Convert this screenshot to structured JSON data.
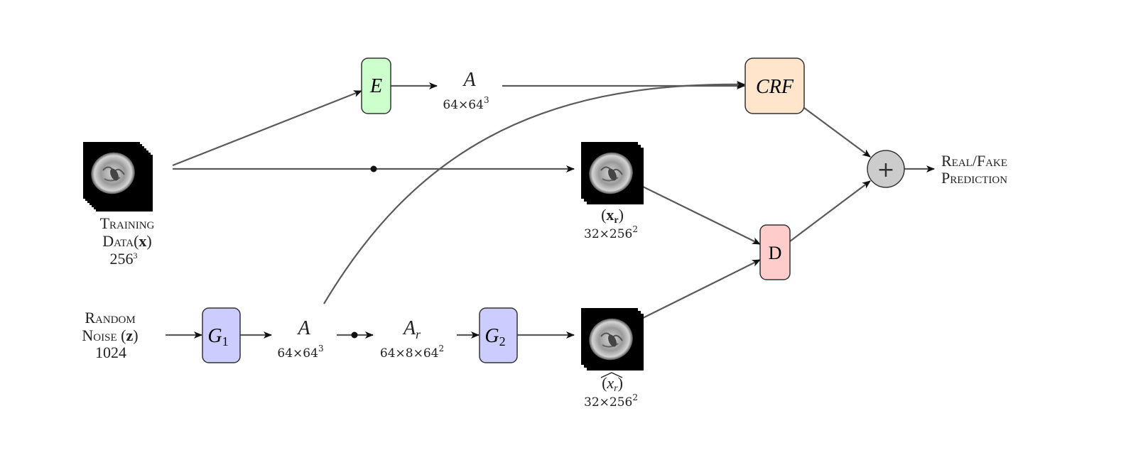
{
  "blocks": {
    "encoder": {
      "label": "E",
      "color": "#ccffcc"
    },
    "crf": {
      "label": "CRF",
      "color": "#ffe5cc"
    },
    "discriminator": {
      "label": "D",
      "color": "#ffcccc"
    },
    "generator1": {
      "label": "G",
      "sub": "1",
      "color": "#ccccff"
    },
    "generator2": {
      "label": "G",
      "sub": "2",
      "color": "#ccccff"
    },
    "sum": {
      "label": "+",
      "color": "#cccccc"
    }
  },
  "nodes": {
    "training": {
      "line1": "Training",
      "line2_prefix": "Data(",
      "line2_var": "x",
      "line2_suffix": ")",
      "line3": "256",
      "line3_sup": "3"
    },
    "noise": {
      "line1": "Random",
      "line2_prefix": "Noise (",
      "line2_var": "z",
      "line2_suffix": ")",
      "line3": "1024"
    },
    "a_top": {
      "symbol": "A",
      "dims": "64×64",
      "dims_sup": "3"
    },
    "a_bottom": {
      "symbol": "A",
      "dims": "64×64",
      "dims_sup": "3"
    },
    "ar": {
      "symbol": "A",
      "sub": "r",
      "dims": "64×8×64",
      "dims_sup": "2"
    },
    "xr": {
      "label_open": "(",
      "label_var": "x",
      "label_sub": "r",
      "label_close": ")",
      "dims": "32×256",
      "dims_sup": "2"
    },
    "xr_hat": {
      "label_open": "(",
      "label_var": "x",
      "label_sub": "r",
      "label_close": ")",
      "dims": "32×256",
      "dims_sup": "2"
    },
    "output": {
      "line1": "Real/Fake",
      "line2": "Prediction"
    }
  }
}
